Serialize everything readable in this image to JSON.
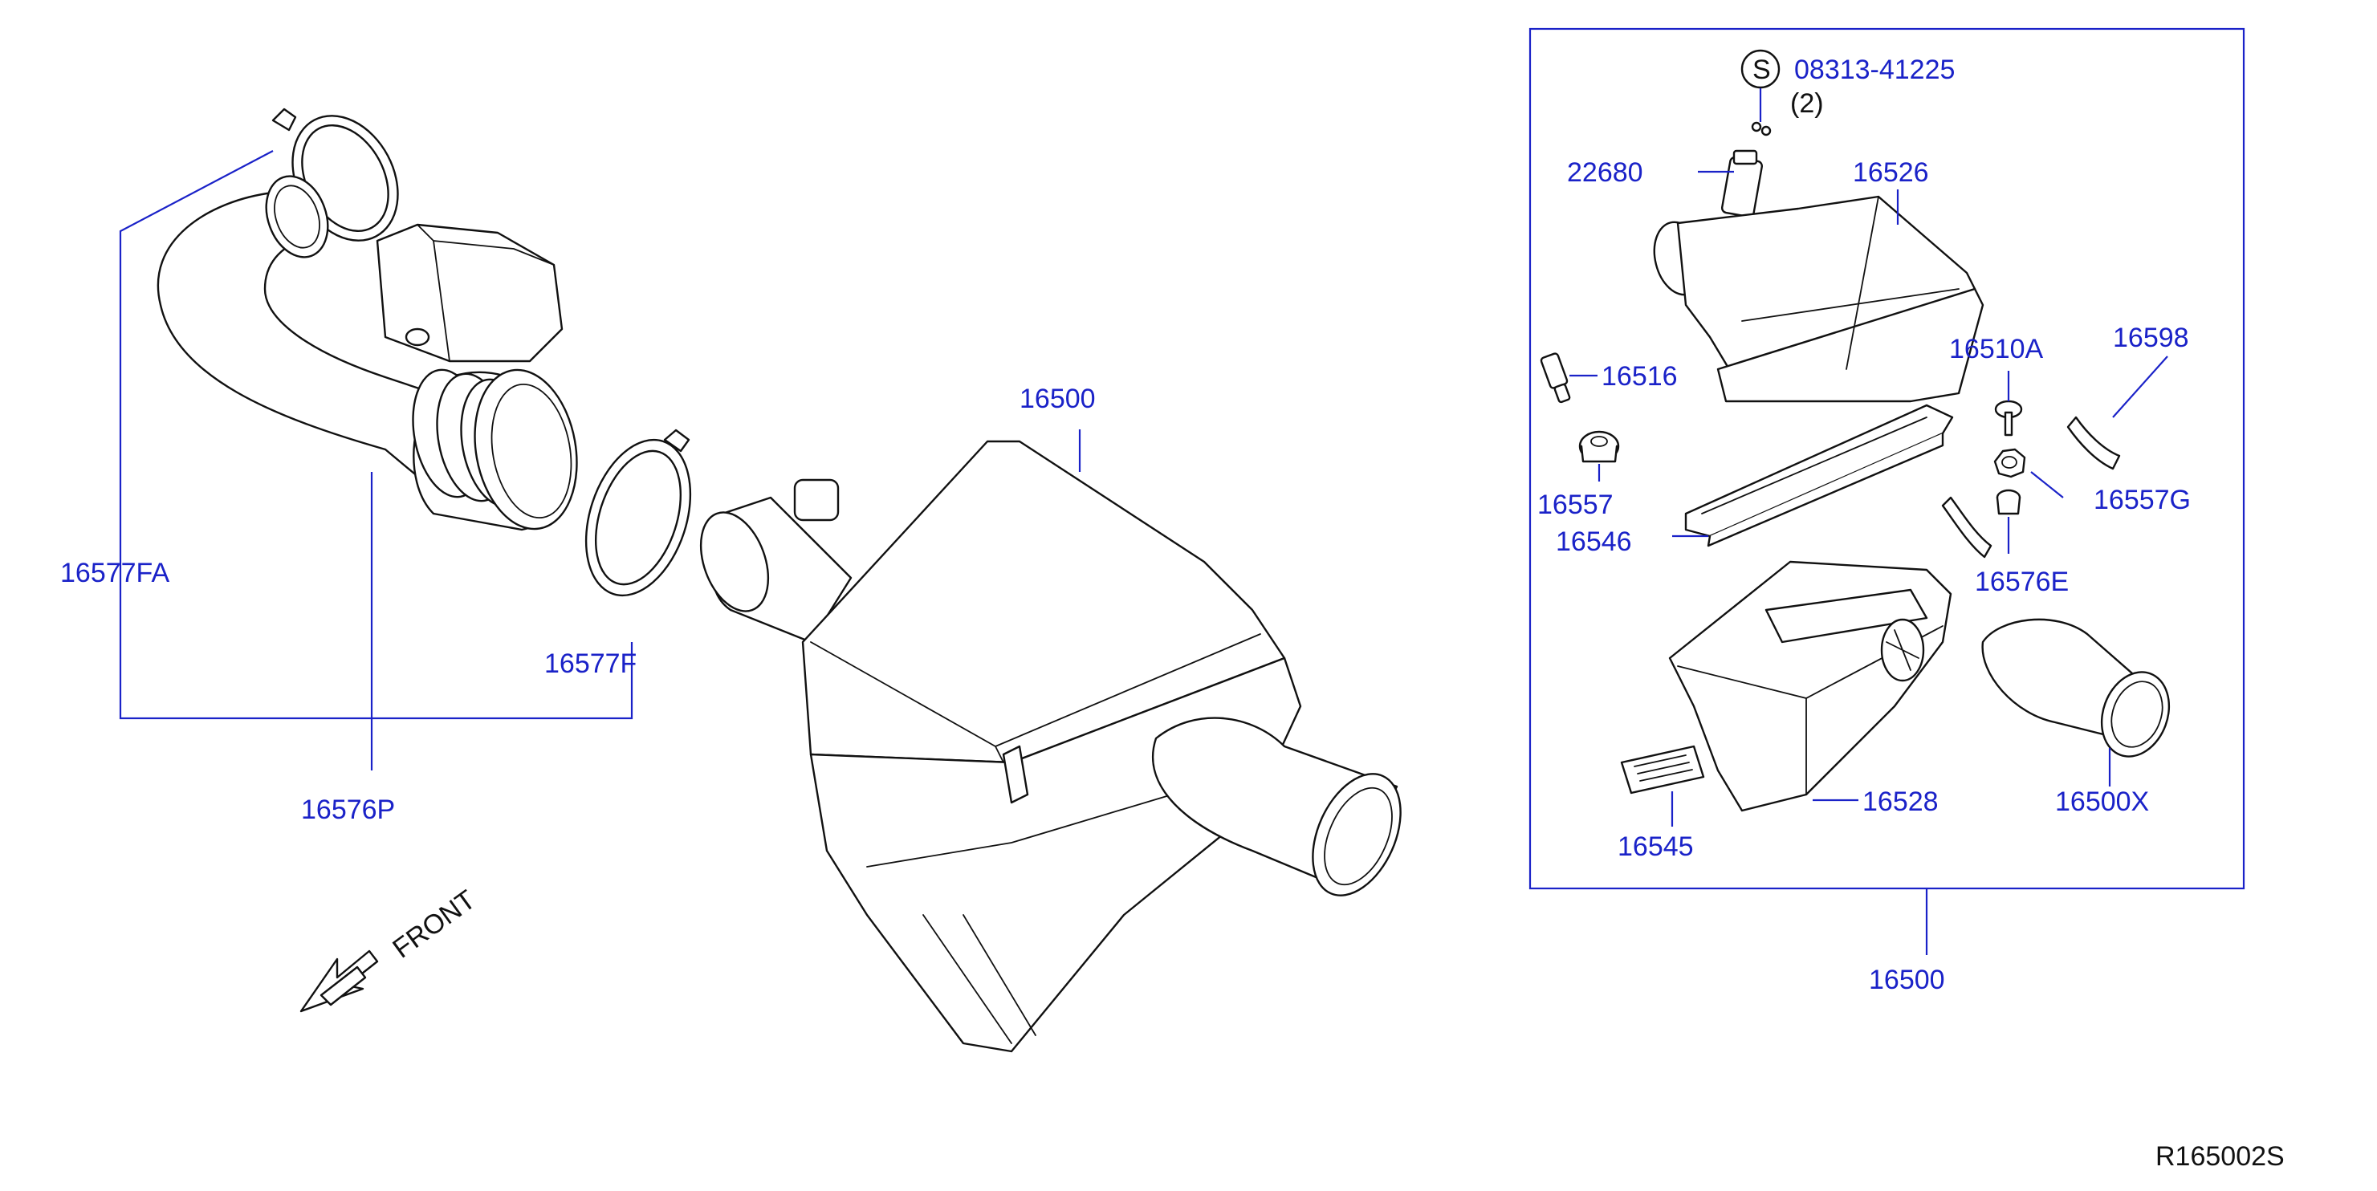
{
  "diagram": {
    "drawing_code": "R165002S",
    "direction_label": "FRONT",
    "part_labels": {
      "p16577FA": "16577FA",
      "p16576P": "16576P",
      "p16577F": "16577F",
      "p16500_left": "16500",
      "p08313": "08313-41225",
      "p08313_qty": "(2)",
      "p22680": "22680",
      "p16526": "16526",
      "p16516": "16516",
      "p16510A": "16510A",
      "p16598": "16598",
      "p16557": "16557",
      "p16557G": "16557G",
      "p16546": "16546",
      "p16576E": "16576E",
      "p16528": "16528",
      "p16500X": "16500X",
      "p16545": "16545",
      "p16500_right": "16500"
    },
    "symbol_s": "S"
  },
  "colors": {
    "label": "#1a22c8",
    "line": "#111111",
    "background": "#ffffff"
  }
}
